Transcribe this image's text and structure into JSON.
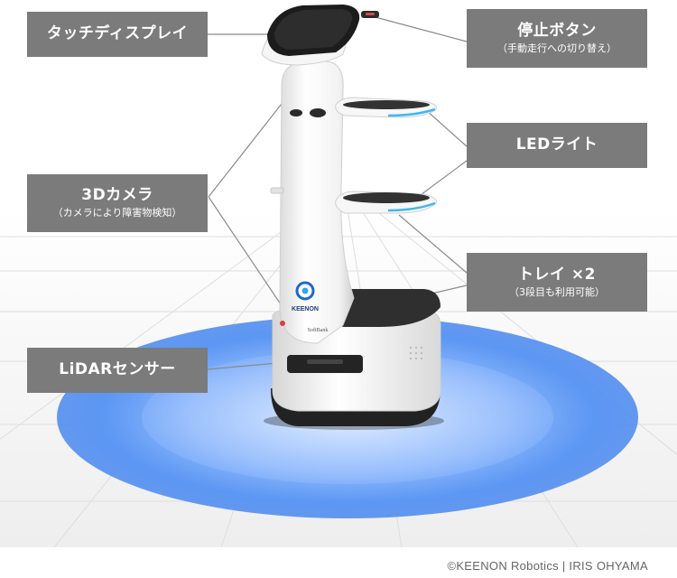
{
  "labels": {
    "touch_display": {
      "main": "タッチディスプレイ"
    },
    "stop_button": {
      "main": "停止ボタン",
      "sub": "（手動走行への切り替え）"
    },
    "led_light": {
      "main": "LEDライト"
    },
    "camera_3d": {
      "main": "3Dカメラ",
      "sub": "（カメラにより障害物検知）"
    },
    "tray": {
      "main": "トレイ ×2",
      "sub": "（3段目も利用可能）"
    },
    "lidar": {
      "main": "LiDARセンサー"
    }
  },
  "robot": {
    "brand_logo": "KEENON",
    "partner_logo": "SoftBank"
  },
  "copyright": "©KEENON Robotics | IRIS OHYAMA",
  "colors": {
    "label_bg": "#7b7b7b",
    "label_text": "#ffffff",
    "lidar_glow": "#4f8ff0",
    "led_accent": "#3fb7f0",
    "robot_body": "#f4f4f4",
    "robot_dark": "#2a2a2a"
  }
}
